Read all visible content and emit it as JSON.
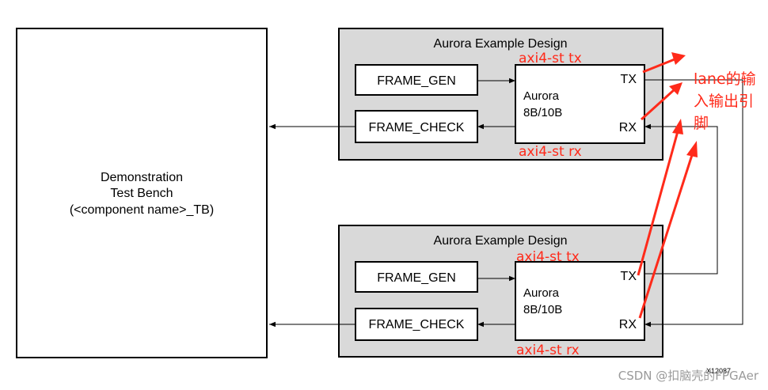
{
  "testbench": {
    "line1": "Demonstration",
    "line2": "Test Bench",
    "line3": "(<component name>_TB)"
  },
  "top_design": {
    "title": "Aurora Example Design",
    "frame_gen": "FRAME_GEN",
    "frame_check": "FRAME_CHECK",
    "aurora_line1": "Aurora",
    "aurora_line2": "8B/10B",
    "tx": "TX",
    "rx": "RX"
  },
  "bottom_design": {
    "title": "Aurora Example Design",
    "frame_gen": "FRAME_GEN",
    "frame_check": "FRAME_CHECK",
    "aurora_line1": "Aurora",
    "aurora_line2": "8B/10B",
    "tx": "TX",
    "rx": "RX"
  },
  "annotations": {
    "top_tx": "axi4-st tx",
    "top_rx": "axi4-st rx",
    "bottom_tx": "axi4-st tx",
    "bottom_rx": "axi4-st rx",
    "lane_line1": "lane的输",
    "lane_line2": "入输出引",
    "lane_line3": "脚"
  },
  "figure_id": "X12087",
  "watermark": "CSDN @扣脑壳的FPGAer",
  "colors": {
    "annotation": "#ff2a1a",
    "design_bg": "#d9d9d9"
  }
}
